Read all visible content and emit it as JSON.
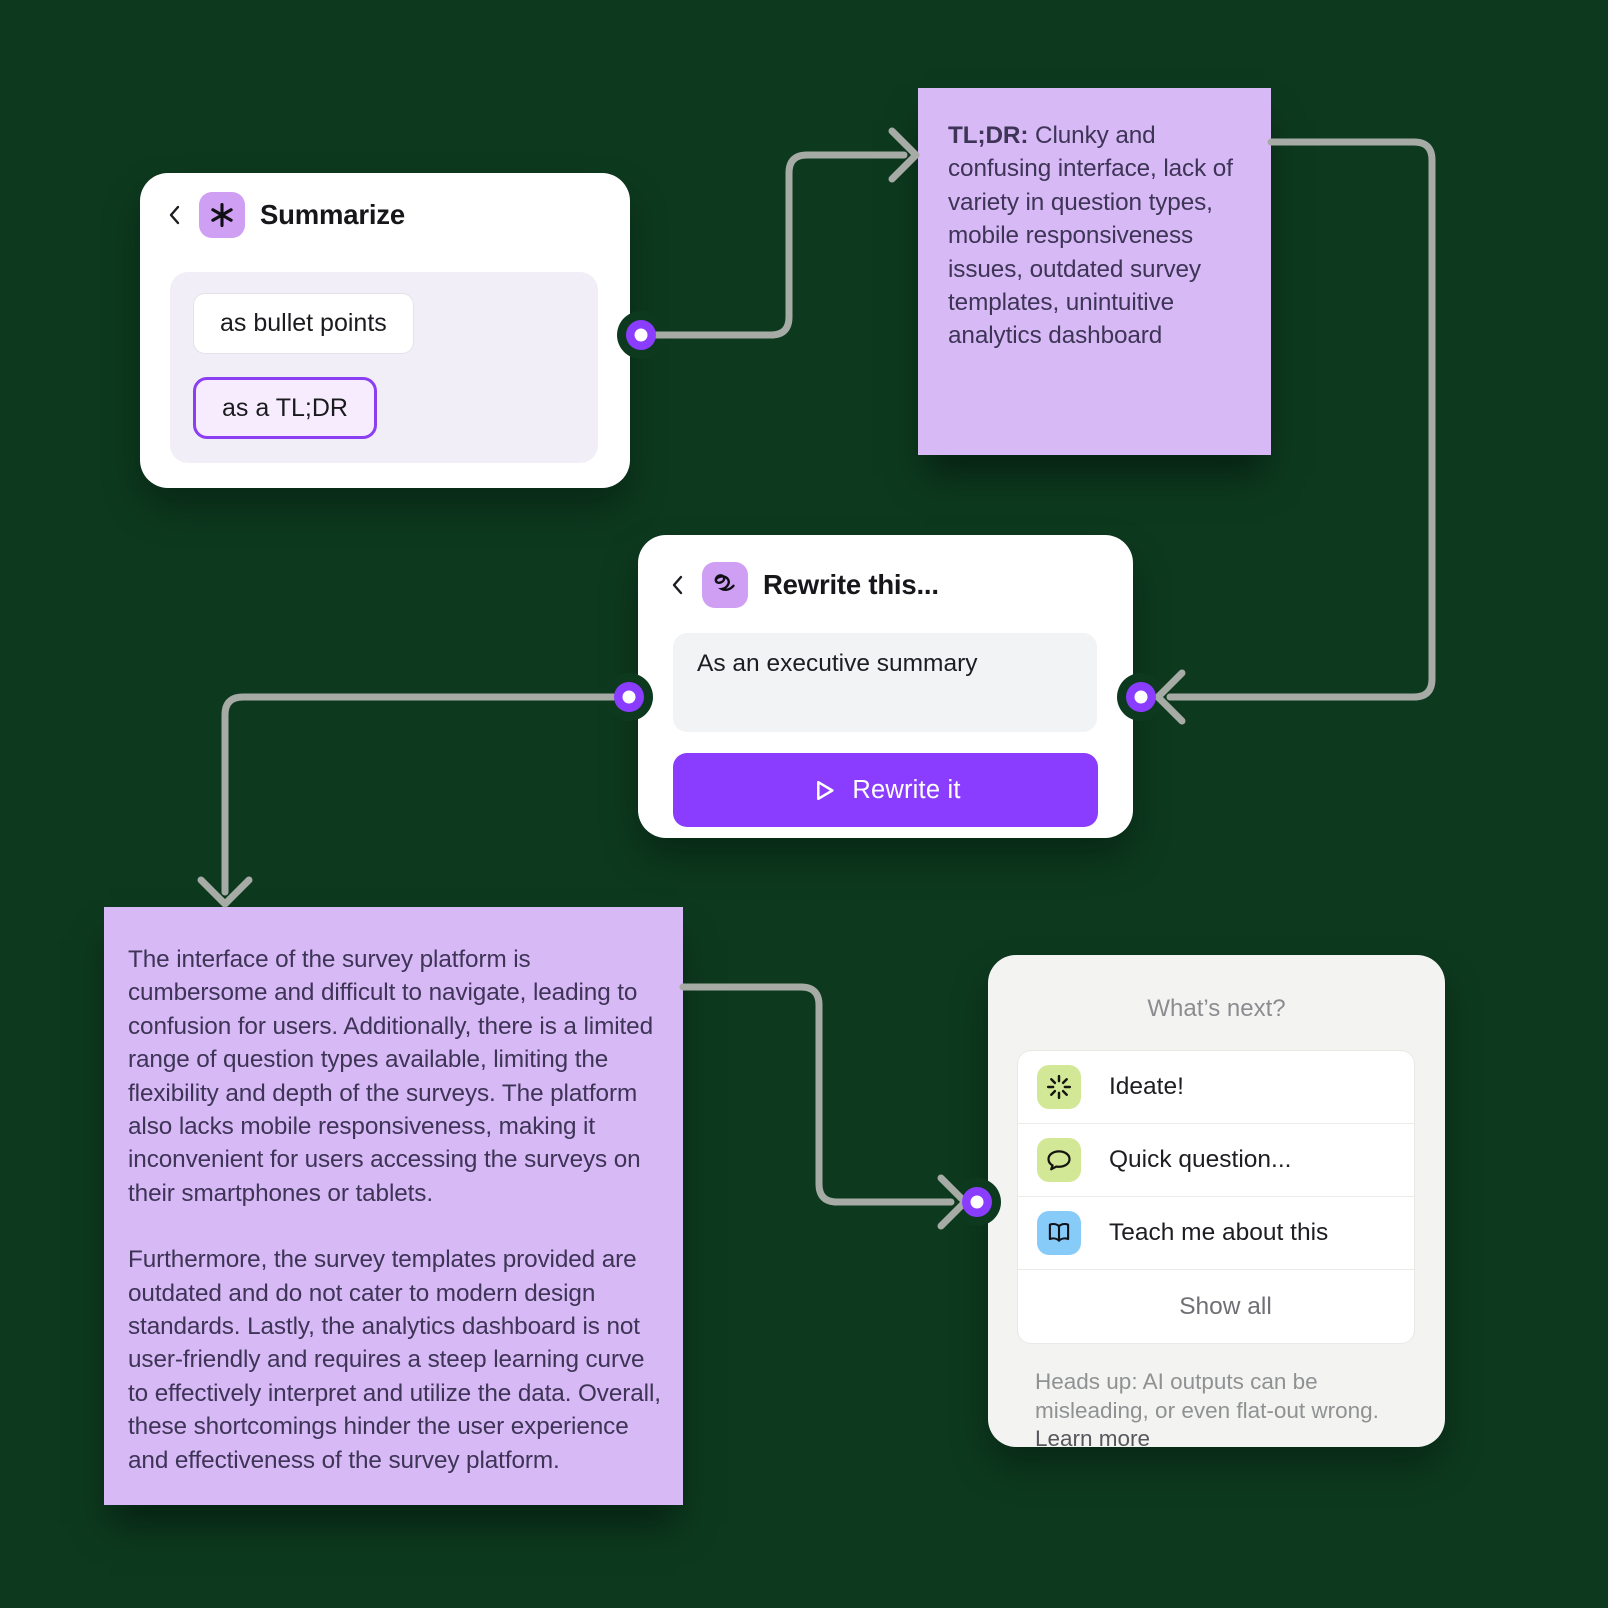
{
  "app": {
    "background_color": "#0d3a1f",
    "accent_purple": "#8b3dff",
    "note_color": "#d7b9f6",
    "connector_color": "#a7aba6",
    "icon_bg_purple": "#cf9ff3",
    "icon_bg_green": "#d3e897",
    "icon_bg_blue": "#87cbf8"
  },
  "summarize_card": {
    "title": "Summarize",
    "options": [
      {
        "label": "as bullet points",
        "selected": false
      },
      {
        "label": "as a TL;DR",
        "selected": true
      }
    ]
  },
  "tldr_note": {
    "label": "TL;DR:",
    "body": "Clunky and confusing interface, lack of variety in question types, mobile responsiveness issues, outdated survey templates, unintuitive analytics dashboard"
  },
  "rewrite_card": {
    "title": "Rewrite this...",
    "input_value": "As an executive summary",
    "button_label": "Rewrite it"
  },
  "summary_note": {
    "paragraph_1": "The interface of the survey platform is cumbersome and difficult to navigate, leading to confusion for users. Additionally, there is a limited range of question types available, limiting the flexibility and depth of the surveys. The platform also lacks mobile responsiveness, making it inconvenient for users accessing the surveys on their smartphones or tablets.",
    "paragraph_2": "Furthermore, the survey templates provided are outdated and do not cater to modern design standards. Lastly, the analytics dashboard is not user-friendly and requires a steep learning curve to effectively interpret and utilize the data. Overall, these shortcomings hinder the user experience and effectiveness of the survey platform."
  },
  "whats_next_card": {
    "title": "What’s next?",
    "items": [
      {
        "label": "Ideate!",
        "icon": "burst-icon"
      },
      {
        "label": "Quick question...",
        "icon": "speech-bubble-icon"
      },
      {
        "label": "Teach me about this",
        "icon": "open-book-icon"
      }
    ],
    "show_all_label": "Show all",
    "disclaimer_text": "Heads up: AI outputs can be misleading, or even flat-out wrong.",
    "learn_more_label": "Learn more"
  }
}
